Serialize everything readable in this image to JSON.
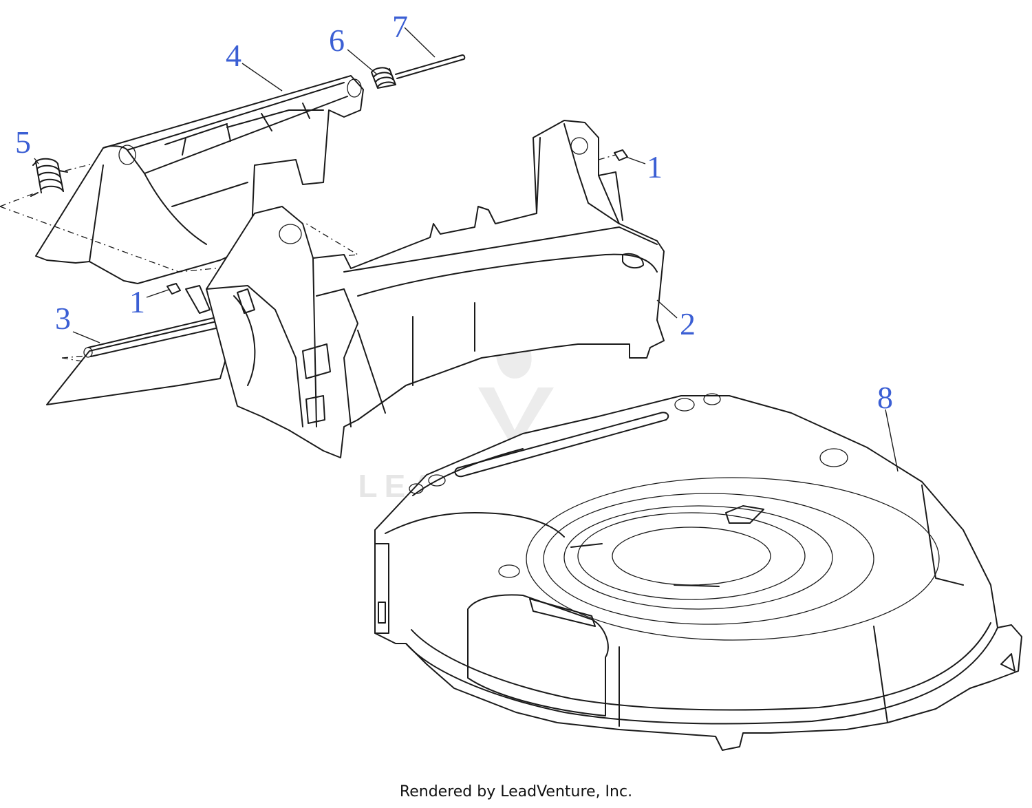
{
  "diagram": {
    "callouts": [
      {
        "id": "c1a",
        "label": "1"
      },
      {
        "id": "c1b",
        "label": "1"
      },
      {
        "id": "c2",
        "label": "2"
      },
      {
        "id": "c3",
        "label": "3"
      },
      {
        "id": "c4",
        "label": "4"
      },
      {
        "id": "c5",
        "label": "5"
      },
      {
        "id": "c6",
        "label": "6"
      },
      {
        "id": "c7",
        "label": "7"
      },
      {
        "id": "c8",
        "label": "8"
      }
    ],
    "callout_color": "#3b5fd4",
    "watermark": {
      "text": "LEADVENTURE",
      "icon": "flame-v-logo-icon"
    }
  },
  "footer": {
    "text": "Rendered by LeadVenture, Inc."
  }
}
